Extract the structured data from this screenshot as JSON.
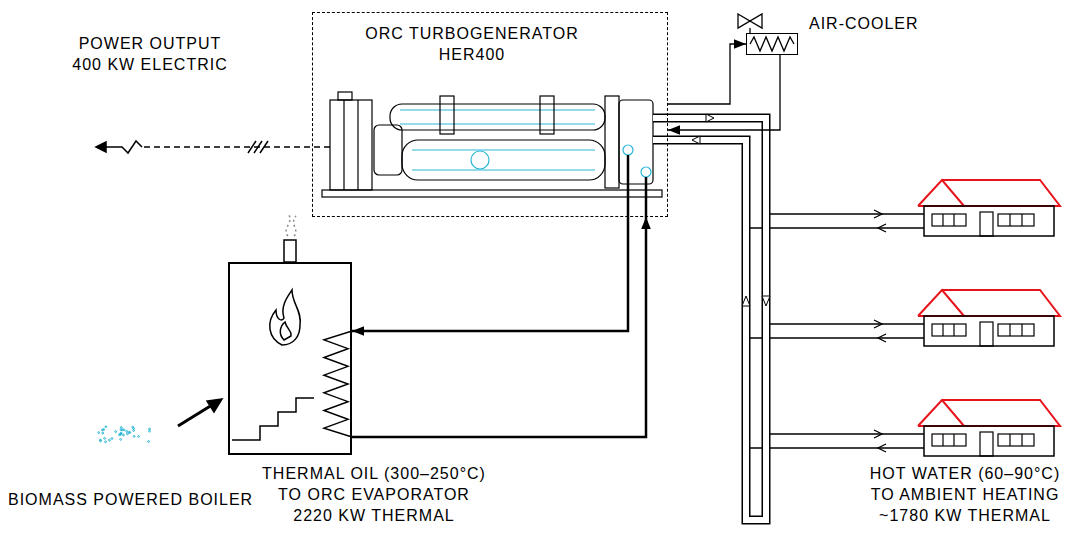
{
  "diagram": {
    "nodes": [
      {
        "text": [
          "ORC TURBOGENERATOR HER400"
        ]
      },
      {
        "text": [
          "BIOMASS POWERED BOILER"
        ]
      },
      {
        "text": [
          "AIR-COOLER"
        ]
      }
    ],
    "edges": [
      {
        "from": 0,
        "to": 1,
        "arrow": "to"
      },
      {
        "from": 1,
        "to": 0,
        "arrow": "to",
        "label": "THERMAL OIL (300–250°C) TO ORC EVAPORATOR 2220 KW THERMAL"
      },
      {
        "from": 0,
        "to": 2,
        "arrow": "to"
      },
      {
        "from": 2,
        "to": 0,
        "arrow": "to"
      }
    ],
    "labels": [
      "POWER OUTPUT 400 KW ELECTRIC",
      "HOT WATER (60–90°C) TO AMBIENT HEATING ~1780 KW THERMAL"
    ]
  }
}
